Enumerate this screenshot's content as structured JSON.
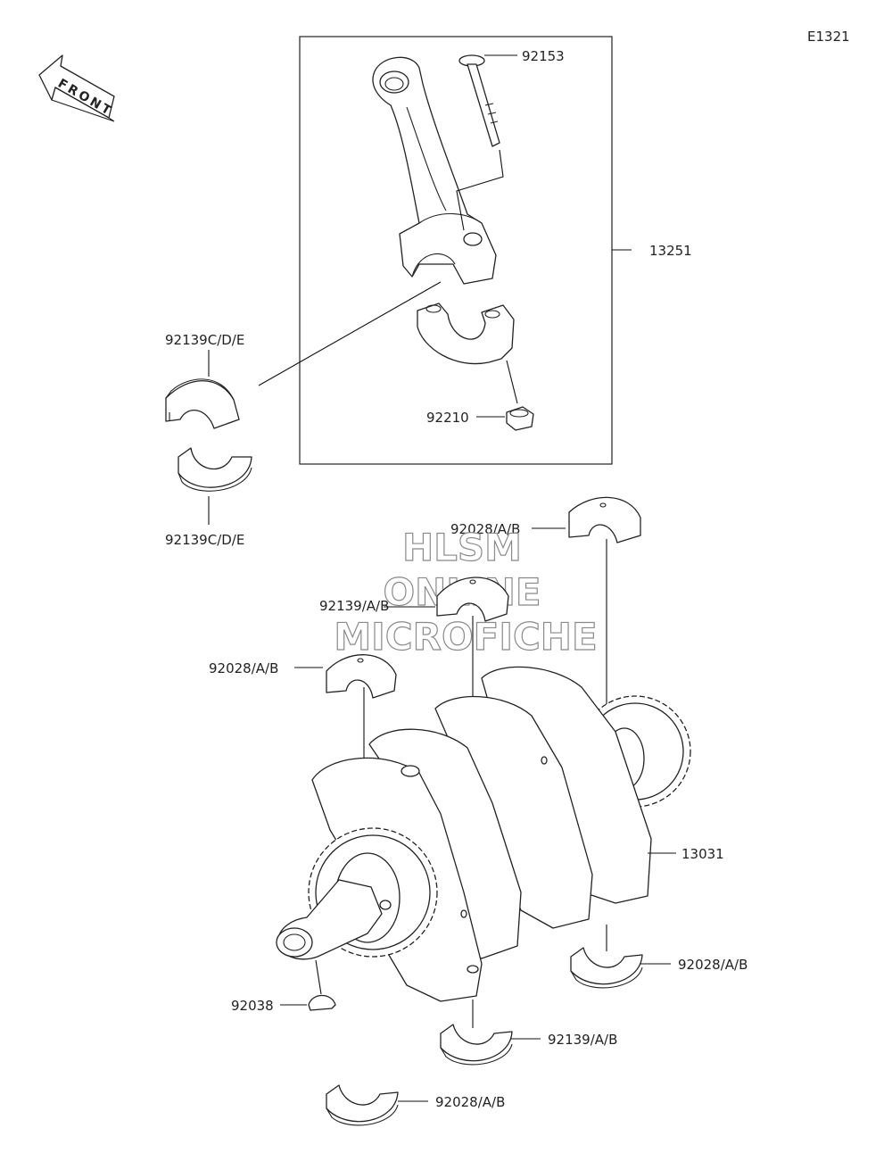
{
  "diagram_code": "E1321",
  "front_label": "FRONT",
  "watermark": {
    "line1": "HLSM",
    "line2": "ONLINE",
    "line3": "MICROFICHE"
  },
  "parts": {
    "p92153": "92153",
    "p13251": "13251",
    "p92139cde_top": "92139C/D/E",
    "p92139cde_bottom": "92139C/D/E",
    "p92210": "92210",
    "p92028_top_right": "92028/A/B",
    "p92139ab_top": "92139/A/B",
    "p92028_left": "92028/A/B",
    "p13031": "13031",
    "p92028_bottom_right": "92028/A/B",
    "p92038": "92038",
    "p92139ab_bottom": "92139/A/B",
    "p92028_bottom": "92028/A/B"
  }
}
